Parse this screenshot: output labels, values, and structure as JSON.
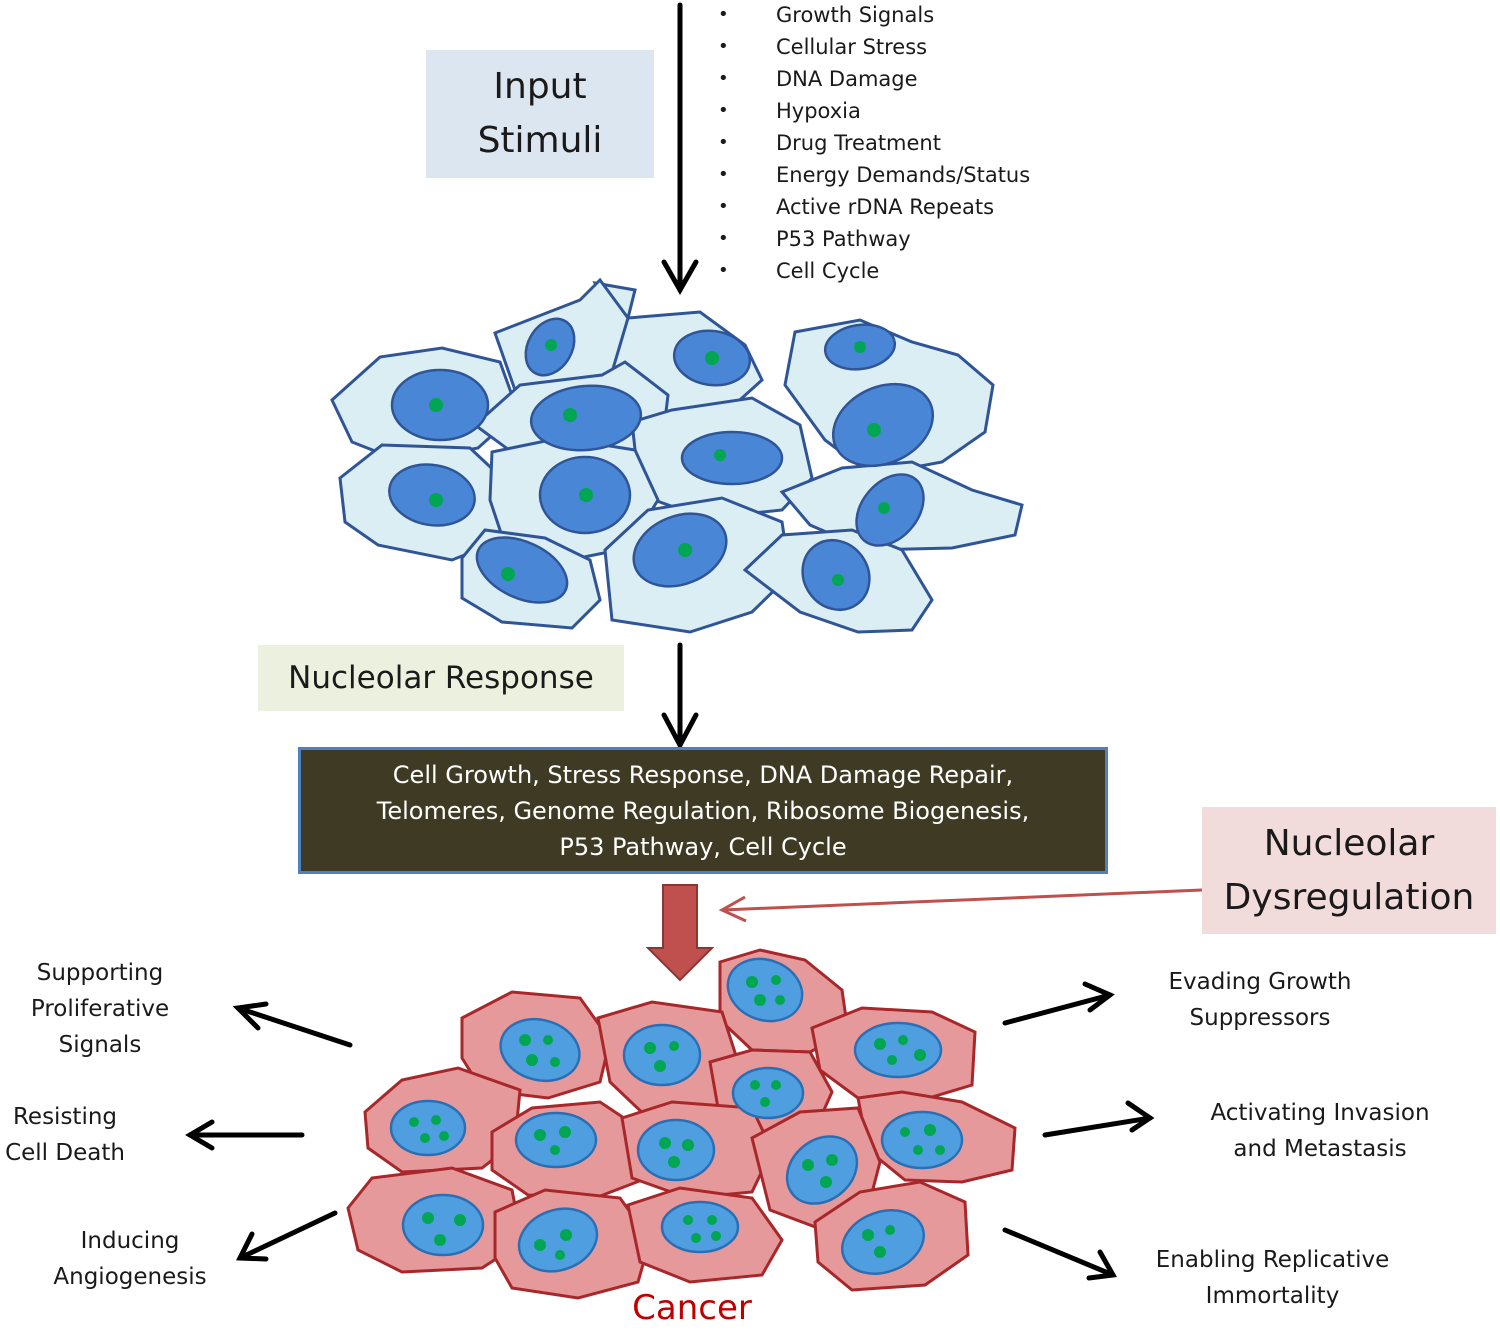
{
  "input_box": {
    "line1": "Input",
    "line2": "Stimuli"
  },
  "stimuli": [
    "Growth Signals",
    "Cellular Stress",
    "DNA Damage",
    "Hypoxia",
    "Drug Treatment",
    "Energy Demands/Status",
    "Active rDNA Repeats",
    "P53 Pathway",
    "Cell Cycle"
  ],
  "response_box": {
    "label": "Nucleolar Response"
  },
  "outcome_box": {
    "line1": "Cell Growth, Stress Response, DNA Damage Repair,",
    "line2": "Telomeres, Genome Regulation, Ribosome Biogenesis,",
    "line3": "P53 Pathway, Cell Cycle"
  },
  "dysregulation_box": {
    "line1": "Nucleolar",
    "line2": "Dysregulation"
  },
  "cancer_label": "Cancer",
  "hallmarks": {
    "supporting": {
      "line1": "Supporting",
      "line2": "Proliferative",
      "line3": "Signals"
    },
    "resisting": {
      "line1": "Resisting",
      "line2": "Cell Death"
    },
    "angiogenesis": {
      "line1": "Inducing",
      "line2": "Angiogenesis"
    },
    "evading": {
      "line1": "Evading Growth",
      "line2": "Suppressors"
    },
    "invasion": {
      "line1": "Activating Invasion",
      "line2": "and Metastasis"
    },
    "immortality": {
      "line1": "Enabling Replicative",
      "line2": "Immortality"
    }
  },
  "colors": {
    "normal_cell_fill": "#dbeef4",
    "normal_cell_stroke": "#2f5597",
    "normal_nucleus": "#4a86d6",
    "nucleolus": "#00a651",
    "cancer_cell_fill": "#e6999a",
    "cancer_cell_stroke": "#a8272a",
    "cancer_nucleus": "#4f9fe0",
    "big_arrow": "#c0504d",
    "outcome_box_fill": "#3f3a24",
    "outcome_box_border": "#4f81bd",
    "cancer_text": "#c00000"
  }
}
